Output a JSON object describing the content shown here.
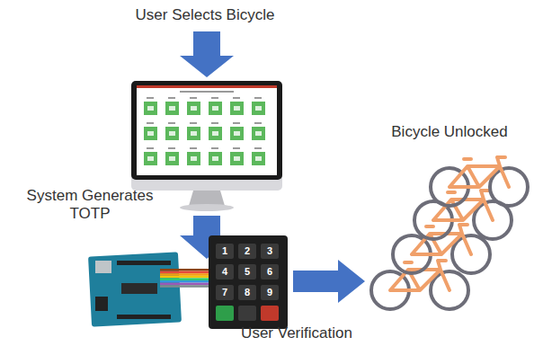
{
  "diagram": {
    "labels": [
      "User Selects Bicycle",
      "System Generates TOTP",
      "Bicycle Unlocked",
      "User Verification",
      "1",
      "2",
      "3",
      "4",
      "5",
      "6",
      "7",
      "8",
      "9"
    ]
  }
}
